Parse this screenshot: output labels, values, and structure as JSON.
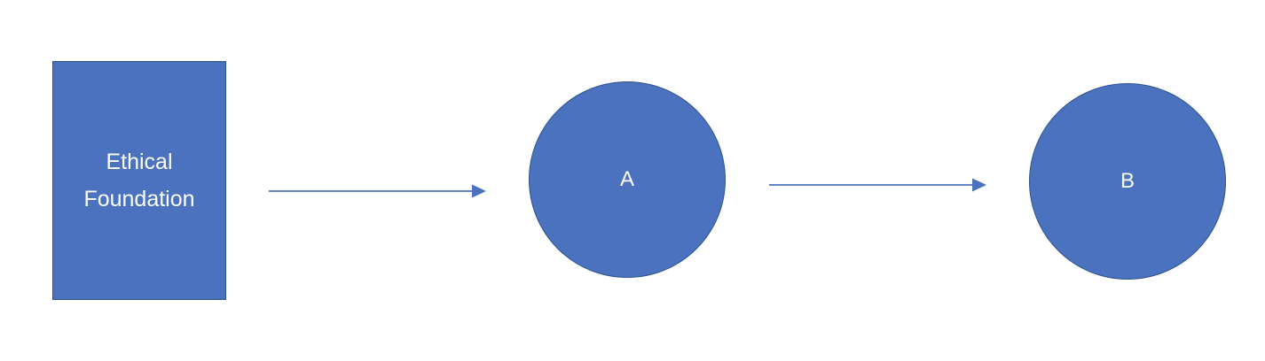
{
  "diagram": {
    "nodes": [
      {
        "id": "ethical-foundation",
        "shape": "rectangle",
        "label": "Ethical\nFoundation",
        "fill": "#4a72be"
      },
      {
        "id": "a",
        "shape": "circle",
        "label": "A",
        "fill": "#4a72be"
      },
      {
        "id": "b",
        "shape": "circle",
        "label": "B",
        "fill": "#4a72be"
      }
    ],
    "edges": [
      {
        "from": "ethical-foundation",
        "to": "a"
      },
      {
        "from": "a",
        "to": "b"
      }
    ],
    "colors": {
      "node_fill": "#4a72be",
      "node_border": "#2f528f",
      "edge": "#4a72be",
      "text": "#ffffff"
    }
  }
}
